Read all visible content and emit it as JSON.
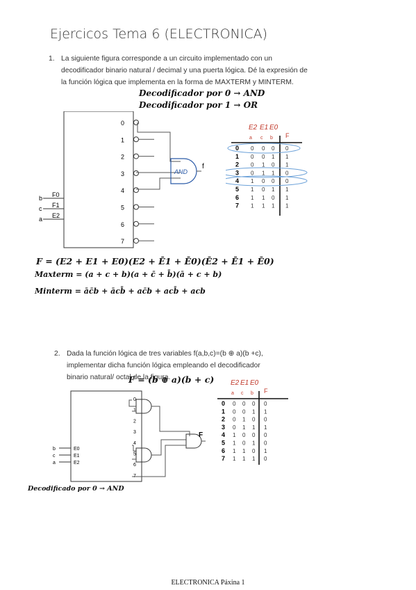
{
  "title": "Ejercicos Tema 6 (ELECTRONICA)",
  "q1": {
    "num": "1.",
    "text": "La siguiente figura corresponde a un circuito implementado con un decodificador binario natural / decimal y una puerta lógica. Dé la expresión de la función lógica que implementa en la forma de MAXTERM y MINTERM.",
    "note1": "Decodificador por 0 → AND",
    "note2": "Decodificador por 1 → OR",
    "outputs": [
      "0",
      "1",
      "2",
      "3",
      "4",
      "5",
      "6",
      "7"
    ],
    "inputs": [
      "F0",
      "F1",
      "E2"
    ],
    "input_vars": [
      "b",
      "c",
      "a"
    ],
    "gate_label": "AND",
    "gate_out": "f",
    "table_header": [
      "E2",
      "E1",
      "E0",
      "F"
    ],
    "table_sub": [
      "a",
      "c",
      "b"
    ],
    "rows": [
      {
        "i": "0",
        "v": [
          "0",
          "0",
          "0"
        ],
        "f": "0"
      },
      {
        "i": "1",
        "v": [
          "0",
          "0",
          "1"
        ],
        "f": "1"
      },
      {
        "i": "2",
        "v": [
          "0",
          "1",
          "0"
        ],
        "f": "1"
      },
      {
        "i": "3",
        "v": [
          "0",
          "1",
          "1"
        ],
        "f": "0"
      },
      {
        "i": "4",
        "v": [
          "1",
          "0",
          "0"
        ],
        "f": "0"
      },
      {
        "i": "5",
        "v": [
          "1",
          "0",
          "1"
        ],
        "f": "1"
      },
      {
        "i": "6",
        "v": [
          "1",
          "1",
          "0"
        ],
        "f": "1"
      },
      {
        "i": "7",
        "v": [
          "1",
          "1",
          "1"
        ],
        "f": "1"
      }
    ],
    "f_expr": "F = (E2 + E1 + E0)(E2 + Ē1 + Ē0)(Ē2 + Ē1 + Ē0)",
    "maxterm": "Maxterm = (a + c + b)(a + c̄ + b̄)(ā + c + b)",
    "minterm": "Minterm = āc̄b + ācb̄ + ac̄b + acb̄ + acb"
  },
  "q2": {
    "num": "2.",
    "text": "Dada la función lógica de tres variables f(a,b,c)=(b ⊕ a)(b +c), implementar dicha función lógica empleando el decodificador binario natural/ octal de la figura.",
    "expr": "F = (b ⊕ a)(b + c)",
    "outputs": [
      "0",
      "1",
      "2",
      "3",
      "4",
      "5",
      "6",
      "7"
    ],
    "inputs": [
      "E0",
      "E1",
      "E2"
    ],
    "input_vars": [
      "b",
      "c",
      "a"
    ],
    "gate_out": "F",
    "table_header": [
      "E2",
      "E1",
      "E0",
      "F"
    ],
    "table_sub": [
      "a",
      "c",
      "b"
    ],
    "rows": [
      {
        "i": "0",
        "v": [
          "0",
          "0",
          "0"
        ],
        "f": "0"
      },
      {
        "i": "1",
        "v": [
          "0",
          "0",
          "1"
        ],
        "f": "1"
      },
      {
        "i": "2",
        "v": [
          "0",
          "1",
          "0"
        ],
        "f": "0"
      },
      {
        "i": "3",
        "v": [
          "0",
          "1",
          "1"
        ],
        "f": "1"
      },
      {
        "i": "4",
        "v": [
          "1",
          "0",
          "0"
        ],
        "f": "0"
      },
      {
        "i": "5",
        "v": [
          "1",
          "0",
          "1"
        ],
        "f": "0"
      },
      {
        "i": "6",
        "v": [
          "1",
          "1",
          "0"
        ],
        "f": "1"
      },
      {
        "i": "7",
        "v": [
          "1",
          "1",
          "1"
        ],
        "f": "0"
      }
    ],
    "note": "Decodificado por 0 → AND"
  },
  "footer": "ELECTRONICA Páxina 1"
}
